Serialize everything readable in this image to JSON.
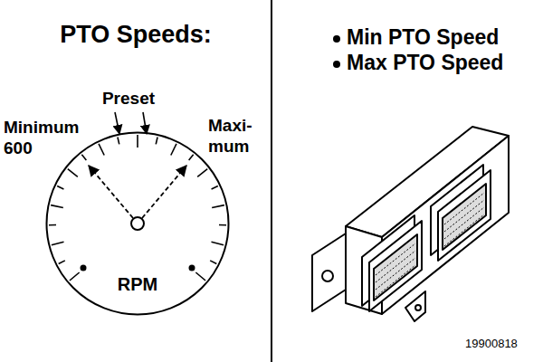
{
  "diagram": {
    "title": "PTO Speeds:",
    "nodes": [
      {
        "text": [
          "RPM"
        ]
      }
    ],
    "labels": [
      "Minimum 600",
      "Preset",
      "Maxi- mum",
      "Min PTO Speed",
      "Max PTO Speed",
      "19900818"
    ]
  }
}
